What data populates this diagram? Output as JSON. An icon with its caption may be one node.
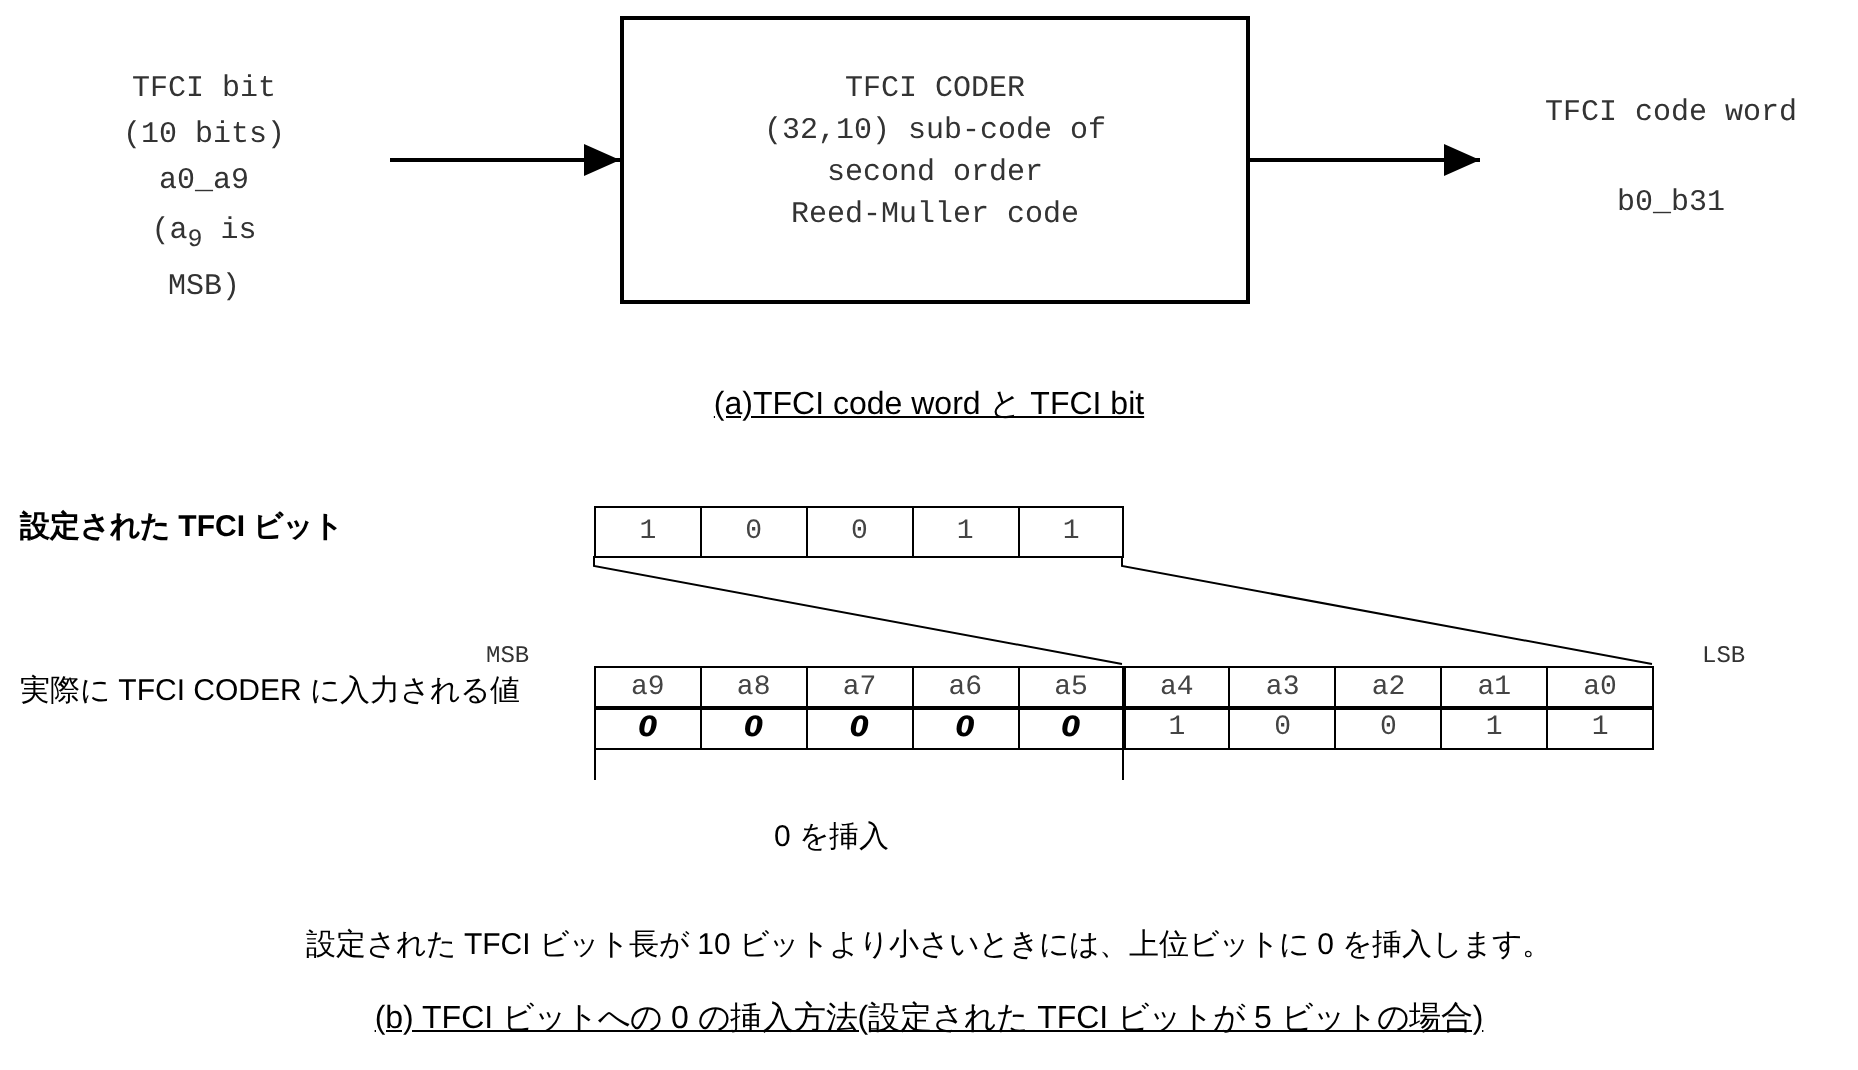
{
  "diagram": {
    "nodes": [
      {
        "text": [
          "TFCI bit (10 bits) a0_a9",
          "(a$_{9}$ is MSB)"
        ]
      },
      {
        "text": [
          "TFCI CODER",
          "(32,10) sub-code of second order Reed-Muller code"
        ]
      },
      {
        "text": [
          "TFCI code word",
          "b0_b31"
        ]
      }
    ],
    "edges": [
      {
        "from": 0,
        "to": 1,
        "arrow": "to"
      },
      {
        "from": 1,
        "to": 2,
        "arrow": "to"
      }
    ],
    "labels": [
      "(a)TFCI code word と TFCI bit",
      "設定された TFCI ビット",
      "1",
      "0",
      "0",
      "1",
      "1",
      "MSB",
      "LSB",
      "実際に TFCI CODER に入力される値",
      "a9",
      "a8",
      "a7",
      "a6",
      "a5",
      "a4",
      "a3",
      "a2",
      "a1",
      "a0",
      "0",
      "0",
      "0",
      "0",
      "0",
      "1",
      "0",
      "0",
      "1",
      "1",
      "0 を挿入",
      "設定された TFCI ビット長が 10 ビットより小さいときには、上位ビットに 0 を挿入します。",
      "(b) TFCI ビットへの 0 の挿入方法(設定された TFCI ビットが 5 ビットの場合)"
    ]
  }
}
